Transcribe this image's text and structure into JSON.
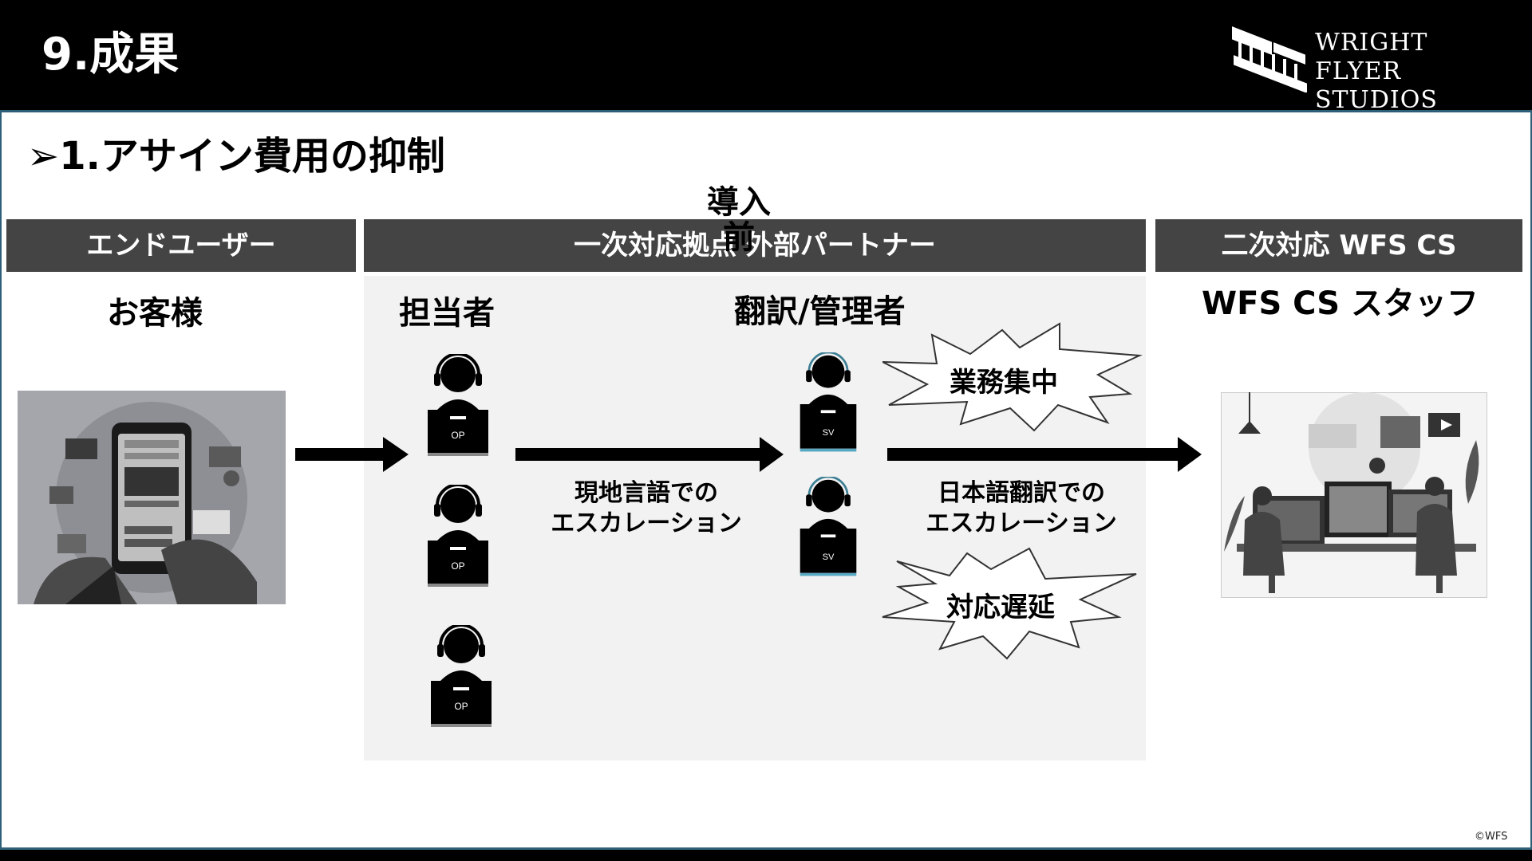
{
  "header": {
    "title": "9.成果",
    "logo_line1": "WRIGHT FLYER",
    "logo_line2": "STUDIOS"
  },
  "subtitle": "➢1.アサイン費用の抑制",
  "state_label": "導入前",
  "bands": {
    "end_user": "エンドユーザー",
    "primary": "一次対応拠点 外部パートナー",
    "secondary": "二次対応 WFS CS"
  },
  "roles": {
    "customer": "お客様",
    "operator": "担当者",
    "supervisor": "翻訳/管理者",
    "cs_staff": "WFS CS スタッフ"
  },
  "badges": {
    "operator": "OP",
    "supervisor": "SV"
  },
  "captions": {
    "local_line1": "現地言語での",
    "local_line2": "エスカレーション",
    "jp_line1": "日本語翻訳での",
    "jp_line2": "エスカレーション"
  },
  "bursts": {
    "top": "業務集中",
    "bottom": "対応遅延"
  },
  "footer": {
    "copyright": "©WFS"
  },
  "colors": {
    "header_bg": "#000000",
    "band_bg": "#444444",
    "panel_bg": "#f2f2f2",
    "accent_line": "#2d5f78"
  }
}
